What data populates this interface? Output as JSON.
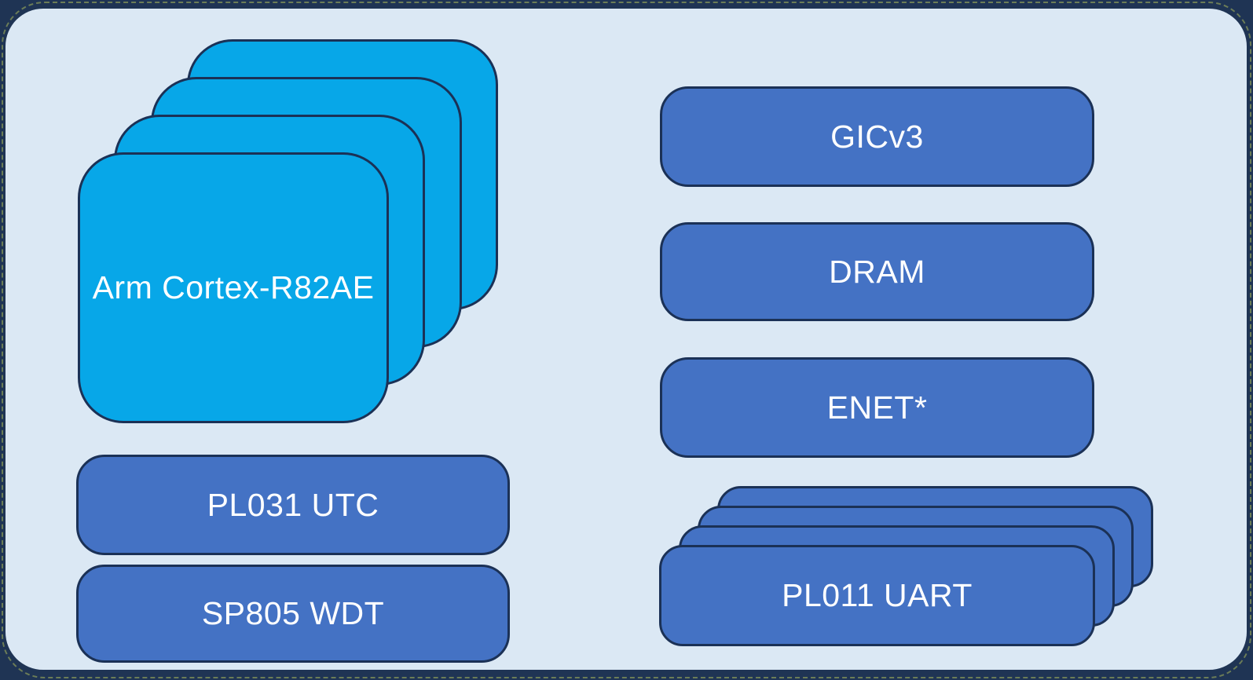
{
  "colors": {
    "frame": "#1F3454",
    "canvas": "#DBE8F4",
    "cpu_fill": "#07A7E8",
    "box_fill": "#4472C4",
    "box_border": "#1B3156",
    "label_text": "#FFFFFF"
  },
  "diagram": {
    "cpu_cluster": {
      "label": "Arm Cortex-R82AE",
      "stack_count": 4
    },
    "left_boxes": [
      {
        "label": "PL031 UTC"
      },
      {
        "label": "SP805 WDT"
      }
    ],
    "right_boxes": [
      {
        "label": "GICv3"
      },
      {
        "label": "DRAM"
      },
      {
        "label": "ENET*"
      }
    ],
    "uart_cluster": {
      "label": "PL011 UART",
      "stack_count": 4
    }
  }
}
